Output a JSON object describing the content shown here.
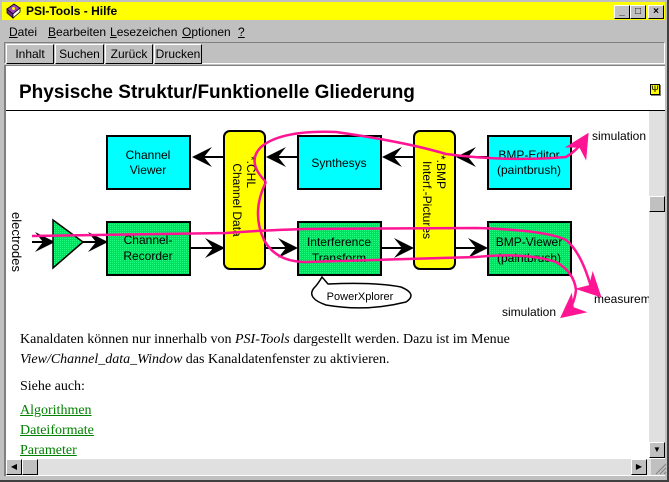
{
  "window": {
    "title": "PSI-Tools - Hilfe",
    "controls": {
      "minimize": "_",
      "maximize": "□",
      "close": "×"
    }
  },
  "menubar": {
    "items": [
      {
        "label": "Datei",
        "mnemonic": "D",
        "rest": "atei"
      },
      {
        "label": "Bearbeiten",
        "mnemonic": "B",
        "rest": "earbeiten"
      },
      {
        "label": "Lesezeichen",
        "mnemonic": "L",
        "rest": "esezeichen"
      },
      {
        "label": "Optionen",
        "mnemonic": "O",
        "rest": "ptionen"
      },
      {
        "label": "?",
        "mnemonic": "?",
        "rest": ""
      }
    ]
  },
  "toolbar": {
    "buttons": [
      {
        "label": "Inhalt"
      },
      {
        "label": "Suchen"
      },
      {
        "label": "Zurück"
      },
      {
        "label": "Drucken"
      }
    ]
  },
  "page": {
    "heading": "Physische Struktur/Funktionelle Gliederung",
    "heading_icon": "Ψ",
    "diagram": {
      "labels": {
        "electrodes": "electrodes",
        "channel_viewer": [
          "Channel",
          "Viewer"
        ],
        "channel_recorder": [
          "Channel-",
          "Recorder"
        ],
        "chl_data": [
          "*.CHL",
          "Channel Data"
        ],
        "synthesys": "Synthesys",
        "interference": [
          "Interference",
          "Transform"
        ],
        "powerxplorer": "PowerXplorer",
        "bmp_pictures": [
          "*.BMP",
          "Interf.-Pictures"
        ],
        "bmp_editor": [
          "BMP-Editor",
          "(paintbrush)"
        ],
        "bmp_viewer": [
          "BMP-Viewer",
          "(paintbrush)"
        ],
        "simulation_top": "simulation",
        "measurement": "measurement",
        "simulation_bottom": "simulation"
      },
      "colors": {
        "cyan": "#00ffff",
        "green": "#00e060",
        "yellow": "#ffff00",
        "annotation": "#ff1493"
      }
    },
    "paragraph": {
      "line1_a": "Kanaldaten können nur innerhalb von ",
      "line1_i": "PSI-Tools",
      "line1_b": " dargestellt werden. Dazu ist im Menue",
      "line2_i": "View/Channel_data_Window",
      "line2_b": " das Kanaldatenfenster zu aktivieren."
    },
    "see_also": "Siehe auch:",
    "links": [
      "Algorithmen",
      "Dateiformate",
      "Parameter"
    ]
  }
}
